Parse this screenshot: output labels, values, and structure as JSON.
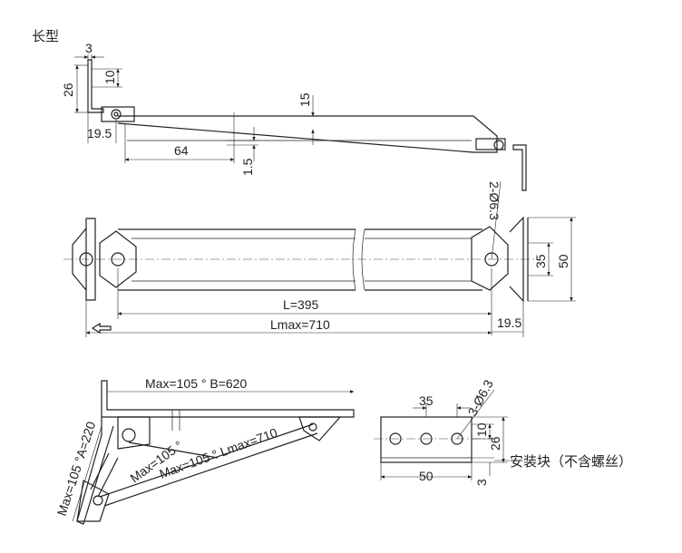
{
  "title": "长型",
  "side_view": {
    "dims": {
      "tab_thickness": "3",
      "tab_height": "10",
      "bracket_height": "26",
      "arm_height": "15",
      "hole_offset": "19.5",
      "tab_length": "64",
      "plate_thickness": "1.5"
    }
  },
  "top_view": {
    "dims": {
      "holes": "2-Ø6.3",
      "hole_spacing": "35",
      "bracket_width": "50",
      "length": "L=395",
      "max_length": "Lmax=710",
      "end_offset": "19.5"
    },
    "direction_arrow": "arrow-left-icon"
  },
  "open_view": {
    "dims": {
      "top_label": "Max=105 °  B=620",
      "side_label": "Max=105 °A=220",
      "angle_label": "Max=105 °",
      "lmax_label": "Max=105 ° Lmax=710"
    }
  },
  "mounting_block": {
    "dims": {
      "hole_spacing": "35",
      "holes": "3-Ø6.3",
      "height_small": "10",
      "height_total": "26",
      "width": "50",
      "base": "3"
    },
    "caption": "安装块（不含螺丝）"
  }
}
